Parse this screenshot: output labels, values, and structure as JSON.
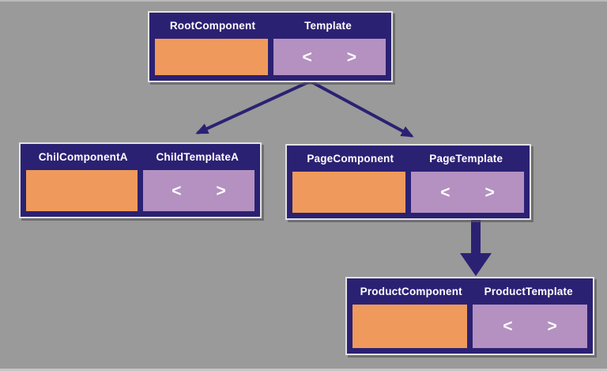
{
  "palette": {
    "canvas_bg": "#9a9a9a",
    "node_dark": "#2b2173",
    "component_fill": "#ef9a5c",
    "template_fill": "#b491c1",
    "arrow_color": "#2b2173",
    "label_color": "#ffffff",
    "node_border": "#e2e2e2",
    "edge_line": "#c6c6c6"
  },
  "nodes": [
    {
      "id": "root",
      "component_label": "RootComponent",
      "template_label": "Template",
      "angle_left": "<",
      "angle_right": ">"
    },
    {
      "id": "childa",
      "component_label": "ChilComponentA",
      "template_label": "ChildTemplateA",
      "angle_left": "<",
      "angle_right": ">"
    },
    {
      "id": "page",
      "component_label": "PageComponent",
      "template_label": "PageTemplate",
      "angle_left": "<",
      "angle_right": ">"
    },
    {
      "id": "product",
      "component_label": "ProductComponent",
      "template_label": "ProductTemplate",
      "angle_left": "<",
      "angle_right": ">"
    }
  ],
  "edges": [
    {
      "from": "root",
      "to": "childa",
      "style": "thin-arrow"
    },
    {
      "from": "root",
      "to": "page",
      "style": "thin-arrow"
    },
    {
      "from": "page",
      "to": "product",
      "style": "thick-arrow"
    }
  ]
}
